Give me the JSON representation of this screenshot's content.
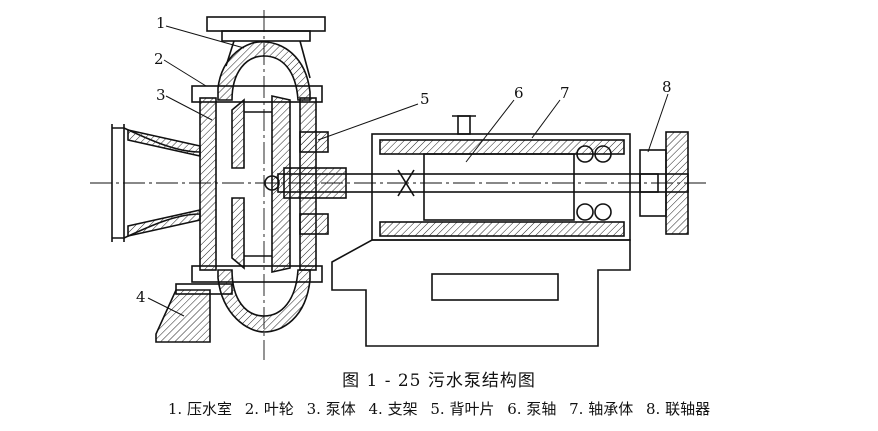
{
  "figure": {
    "caption": "图 1 - 25    污水泵结构图",
    "legend": [
      "1. 压水室",
      "2. 叶轮",
      "3. 泵体",
      "4. 支架",
      "5. 背叶片",
      "6. 泵轴",
      "7. 轴承体",
      "8. 联轴器"
    ],
    "callouts": [
      "1",
      "2",
      "3",
      "4",
      "5",
      "6",
      "7",
      "8"
    ]
  }
}
